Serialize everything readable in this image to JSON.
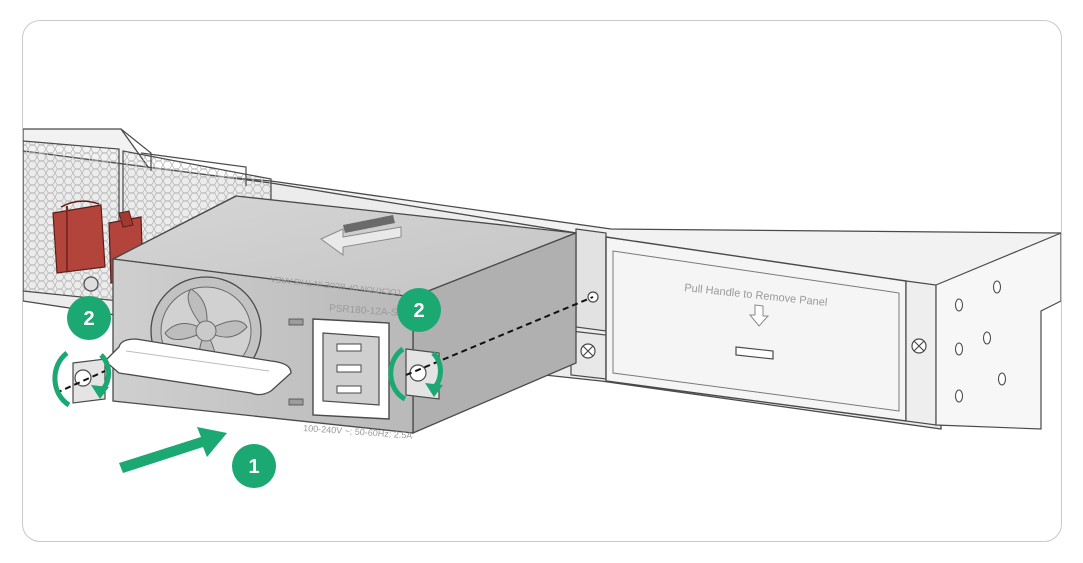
{
  "figure": {
    "psu_model": "PSR180-12A-S",
    "psu_rating": "100-240V ~; 50-60Hz; 2.5A",
    "psu_top_warning": "LOCATION OF BLUE IN THIS AREA",
    "panel_label": "Pull Handle to Remove Panel",
    "steps": [
      {
        "number": "1"
      },
      {
        "number": "2"
      },
      {
        "number": "2"
      }
    ]
  },
  "colors": {
    "accent_green": "#1ba872",
    "latch_red": "#b3443b",
    "chassis_gray": "#e6e6e6",
    "outline": "#4a4a4a"
  }
}
